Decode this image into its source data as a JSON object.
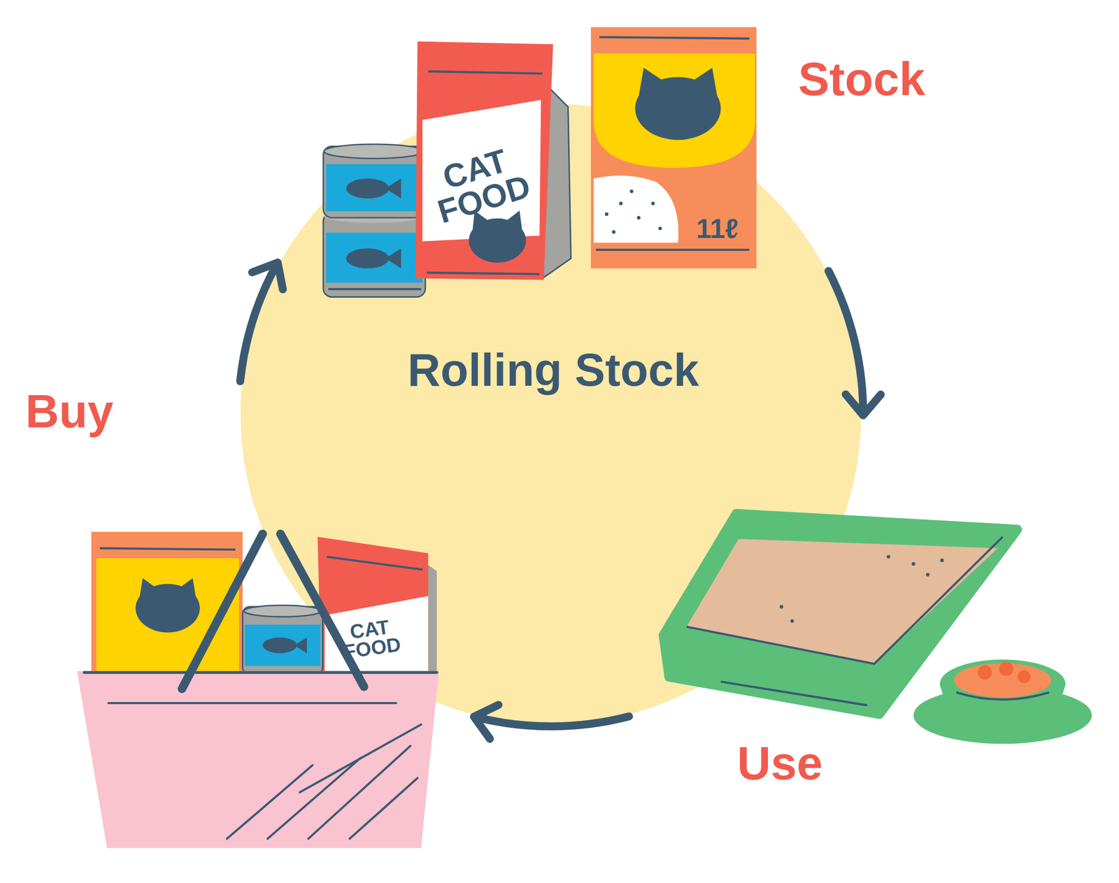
{
  "diagram": {
    "nodes": [
      {
        "text": [
          "Rolling Stock"
        ]
      },
      {
        "text": [
          "Stock"
        ]
      },
      {
        "text": [
          "Use"
        ]
      },
      {
        "text": [
          "Buy"
        ]
      }
    ],
    "edges": [
      {
        "from": 1,
        "to": 2,
        "arrow": "to"
      },
      {
        "from": 2,
        "to": 3,
        "arrow": "to"
      },
      {
        "from": 3,
        "to": 1,
        "arrow": "to"
      }
    ],
    "labels": [
      "CAT FOOD",
      "11ℓ",
      "CAT FOOD"
    ]
  }
}
